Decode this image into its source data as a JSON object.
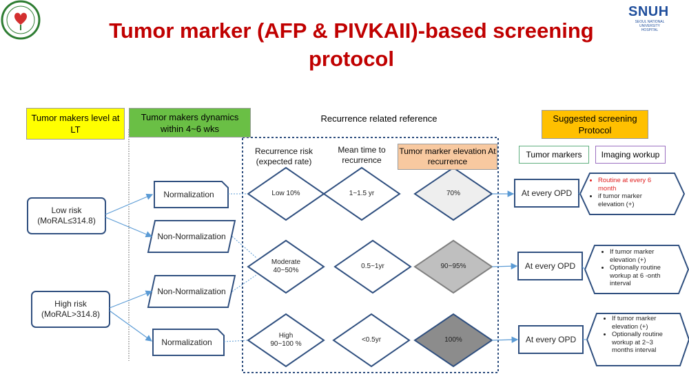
{
  "title": "Tumor marker (AFP & PIVKAII)-based screening protocol",
  "logo_right": {
    "name": "SNUH",
    "line1": "SEOUL NATIONAL UNIVERSITY",
    "line2": "HOSPITAL"
  },
  "headers": {
    "level": "Tumor makers level at LT",
    "dynamics": "Tumor makers dynamics within 4~6 wks",
    "reference": "Recurrence related reference",
    "protocol": "Suggested screening Protocol"
  },
  "columns": {
    "risk": "Recurrence risk (expected rate)",
    "mean_time": "Mean time to recurrence",
    "elevation": "Tumor marker elevation At recurrence"
  },
  "tags": {
    "markers": "Tumor markers",
    "imaging": "Imaging workup"
  },
  "risk_groups": {
    "low": "Low risk (MoRAL≤314.8)",
    "high": "High risk (MoRAL>314.8)"
  },
  "dynamics": {
    "norm1": "Normalization",
    "nonnorm1": "Non-Normalization",
    "nonnorm2": "Non-Normalization",
    "norm2": "Normalization"
  },
  "rows": [
    {
      "risk": "Low 10%",
      "time": "1~1.5 yr",
      "elevation": "70%",
      "opd": "At every OPD"
    },
    {
      "risk": "Moderate 40~50%",
      "time": "0.5~1yr",
      "elevation": "90~95%",
      "opd": "At every OPD"
    },
    {
      "risk": "High 90~100 %",
      "time": "<0.5yr",
      "elevation": "100%",
      "opd": "At every OPD"
    }
  ],
  "notes": {
    "row1": [
      "Routine at every 6 month",
      "if tumor marker elevation (+)"
    ],
    "row2": [
      "If tumor marker elevation (+)",
      "Optionally routine workup at 6 -onth interval"
    ],
    "row3": [
      "If tumor marker elevation (+)",
      "Optionally routine workup at 2~3 months interval"
    ]
  },
  "colors": {
    "title": "#c00000",
    "level_header": "#ffff00",
    "dynamics_header": "#6abf45",
    "elevation_header": "#f8c9a0",
    "protocol_header": "#ffc000",
    "box_border": "#2f4f7f",
    "arrow": "#5b9bd5",
    "elev_low": "#eeeeee",
    "elev_mid": "#bfbfbf",
    "elev_high": "#8c8c8c"
  }
}
